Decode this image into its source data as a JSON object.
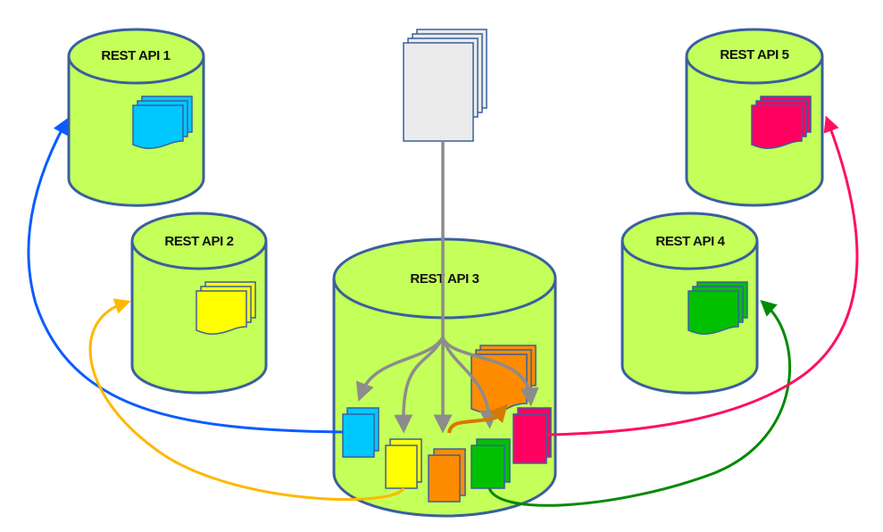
{
  "diagram": {
    "colors": {
      "cylinder_fill": "#c4ff5a",
      "cylinder_stroke": "#3a5f9e",
      "gray_arrow": "#8c8c8c",
      "source_doc": "#ebebeb"
    },
    "databases": [
      {
        "id": "api1",
        "label": "REST API 1",
        "doc_color": "#00c8ff"
      },
      {
        "id": "api2",
        "label": "REST API 2",
        "doc_color": "#ffff00"
      },
      {
        "id": "api3",
        "label": "REST API 3",
        "doc_color": "#ff8c00"
      },
      {
        "id": "api4",
        "label": "REST API 4",
        "doc_color": "#00c000"
      },
      {
        "id": "api5",
        "label": "REST API 5",
        "doc_color": "#ff0060"
      }
    ],
    "flows": [
      {
        "from": "api3",
        "to": "api1",
        "color": "#0a5cff"
      },
      {
        "from": "api3",
        "to": "api2",
        "color": "#ffb800"
      },
      {
        "from": "api3",
        "to": "api4",
        "color": "#008a00"
      },
      {
        "from": "api3",
        "to": "api5",
        "color": "#ff1060"
      }
    ]
  }
}
